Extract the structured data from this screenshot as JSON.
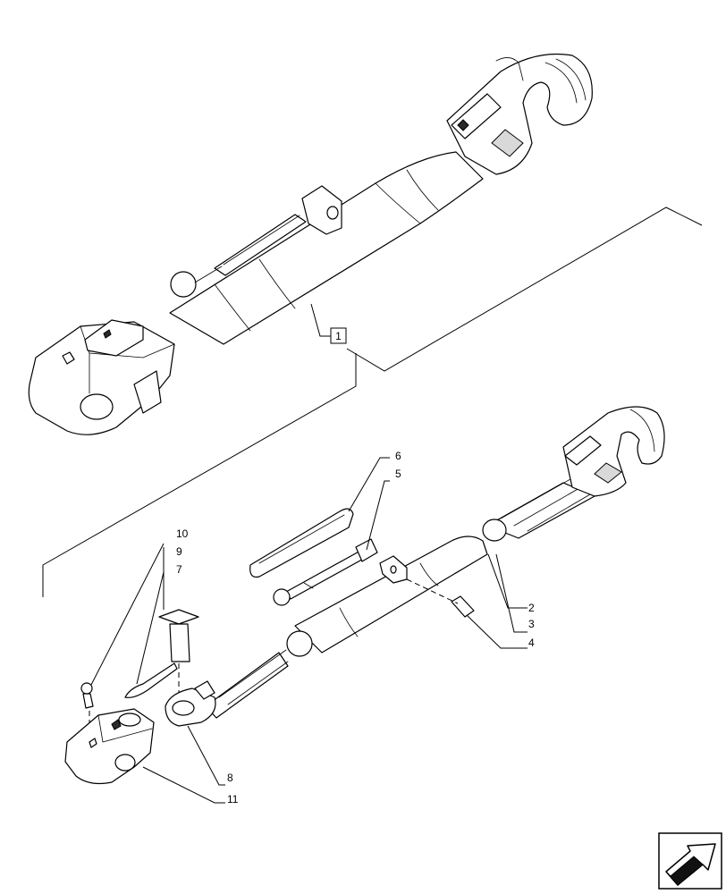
{
  "assembly": {
    "ref_label": "1"
  },
  "callouts": [
    {
      "id": "c2",
      "label": "2"
    },
    {
      "id": "c3",
      "label": "3"
    },
    {
      "id": "c4",
      "label": "4"
    },
    {
      "id": "c5",
      "label": "5"
    },
    {
      "id": "c6",
      "label": "6"
    },
    {
      "id": "c7",
      "label": "7"
    },
    {
      "id": "c8",
      "label": "8"
    },
    {
      "id": "c9",
      "label": "9"
    },
    {
      "id": "c10",
      "label": "10"
    },
    {
      "id": "c11",
      "label": "11"
    }
  ],
  "nav": {
    "icon": "next-page-arrow-icon"
  }
}
